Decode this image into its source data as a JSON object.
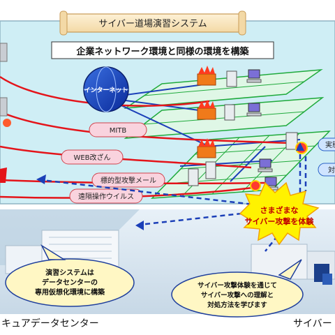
{
  "header": {
    "title": "サイバー道場演習システム"
  },
  "network_banner": "企業ネットワーク環境と同様の環境を構築",
  "internet_label": "インターネット",
  "attack_labels": {
    "mitb": "MITB",
    "web_tamper": "WEB改ざん",
    "targeted_mail": "標的型攻撃メール",
    "remote_virus": "遠隔操作ウイルス"
  },
  "right_edge_labels": {
    "top": "実態",
    "bottom": "対"
  },
  "burst": {
    "line1": "さまざまな",
    "line2": "サイバー攻撃を体験"
  },
  "callout_left": {
    "line1": "演習システムは",
    "line2": "データセンターの",
    "line3": "専用仮想化環境に構築"
  },
  "callout_right": {
    "line1": "サイバー攻撃体験を通じて",
    "line2": "サイバー攻撃への理解と",
    "line3": "対処方法を学びます"
  },
  "bottom_left_label": "キュアデータセンター",
  "bottom_right_label": "サイバー",
  "colors": {
    "panel": "#cfeef5",
    "panel_border": "#8fb4c4",
    "attack_line": "#e4141a",
    "pill_fill": "#f9d3de",
    "pill_border": "#d0424c",
    "grid_line": "#1faa3c",
    "grid_fill": "#dff7e6",
    "blue_link": "#1b3fb8",
    "burst_fill": "#fff200",
    "callout_fill": "#fff7c4",
    "callout_border": "#1f3f9c"
  }
}
